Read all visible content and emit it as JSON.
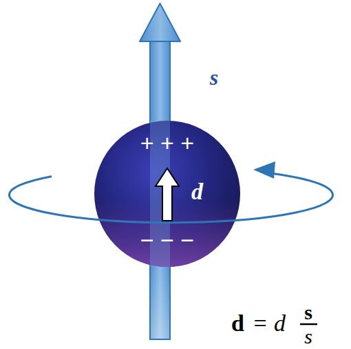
{
  "diagram": {
    "nodes": [
      {
        "text": [
          "+ + +",
          "d",
          "− − −"
        ]
      }
    ],
    "labels": [
      "s",
      "d",
      "=",
      "d",
      "s",
      "s"
    ]
  }
}
